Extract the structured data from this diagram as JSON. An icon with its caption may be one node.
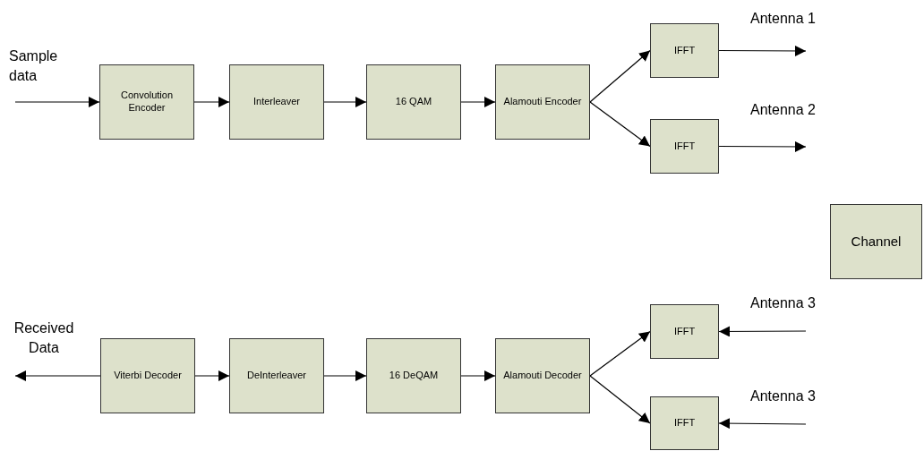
{
  "diagram": {
    "nodes": [
      {
        "text": [
          "Convolution Encoder"
        ]
      },
      {
        "text": [
          "Interleaver"
        ]
      },
      {
        "text": [
          "16 QAM"
        ]
      },
      {
        "text": [
          "Alamouti Encoder"
        ]
      },
      {
        "text": [
          "IFFT"
        ]
      },
      {
        "text": [
          "IFFT"
        ]
      },
      {
        "text": [
          "Channel"
        ]
      },
      {
        "text": [
          "Viterbi Decoder"
        ]
      },
      {
        "text": [
          "DeInterleaver"
        ]
      },
      {
        "text": [
          "16 DeQAM"
        ]
      },
      {
        "text": [
          "Alamouti Decoder"
        ]
      },
      {
        "text": [
          "IFFT"
        ]
      },
      {
        "text": [
          "IFFT"
        ]
      }
    ],
    "edges": [
      {
        "from": null,
        "to": 0,
        "arrow": "to"
      },
      {
        "from": 0,
        "to": 1,
        "arrow": "to"
      },
      {
        "from": 1,
        "to": 2,
        "arrow": "to"
      },
      {
        "from": 2,
        "to": 3,
        "arrow": "to"
      },
      {
        "from": 3,
        "to": 4,
        "arrow": "to"
      },
      {
        "from": 3,
        "to": 5,
        "arrow": "to"
      },
      {
        "from": 4,
        "to": null,
        "arrow": "to"
      },
      {
        "from": 5,
        "to": null,
        "arrow": "to"
      },
      {
        "from": null,
        "to": 11,
        "arrow": "to"
      },
      {
        "from": null,
        "to": 12,
        "arrow": "to"
      },
      {
        "from": 7,
        "to": 8,
        "arrow": "to"
      },
      {
        "from": 8,
        "to": 9,
        "arrow": "to"
      },
      {
        "from": 9,
        "to": 10,
        "arrow": "to"
      },
      {
        "from": 10,
        "to": 11,
        "arrow": "to"
      },
      {
        "from": 10,
        "to": 12,
        "arrow": "to"
      },
      {
        "from": 7,
        "to": null,
        "arrow": "to"
      }
    ],
    "labels": [
      "Sample data",
      "Antenna 1",
      "Antenna 2",
      "Antenna 3",
      "Received Data",
      "Antenna 3"
    ]
  }
}
